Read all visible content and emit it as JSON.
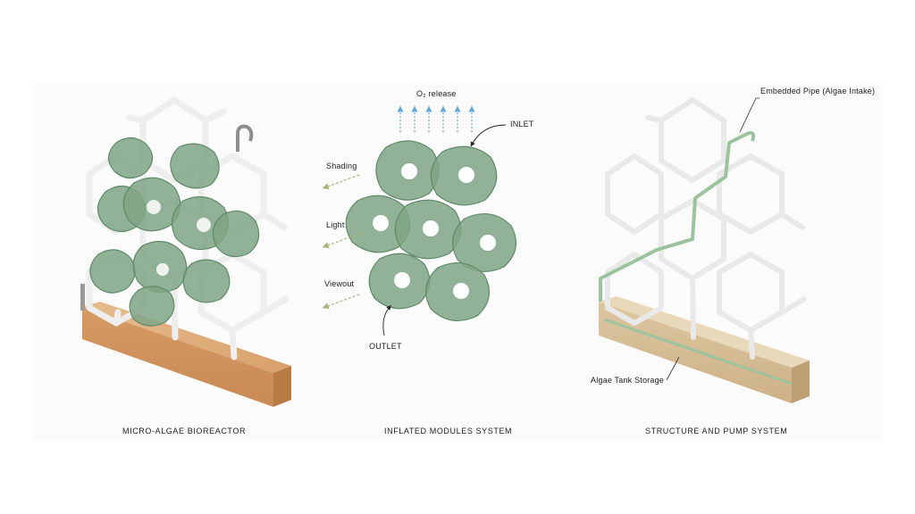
{
  "panels": {
    "left": {
      "caption": "MICRO-ALGAE BIOREACTOR"
    },
    "middle": {
      "caption": "INFLATED MODULES SYSTEM",
      "o2_release": "O₂ release",
      "inlet": "INLET",
      "outlet": "OUTLET",
      "shading": "Shading",
      "light": "Light",
      "viewout": "Viewout"
    },
    "right": {
      "caption": "STRUCTURE AND PUMP SYSTEM",
      "embedded_pipe": "Embedded Pipe (Algae Intake)",
      "tank": "Algae Tank Storage"
    }
  },
  "colors": {
    "algae": "#7fa485",
    "algae_dark": "#5f8a68",
    "frame": "#f2f2f2",
    "wood": "#d9a574",
    "pipe": "#9cc39d",
    "arrow_up": "#6aa8d8",
    "arrow_side": "#a7b27a"
  }
}
